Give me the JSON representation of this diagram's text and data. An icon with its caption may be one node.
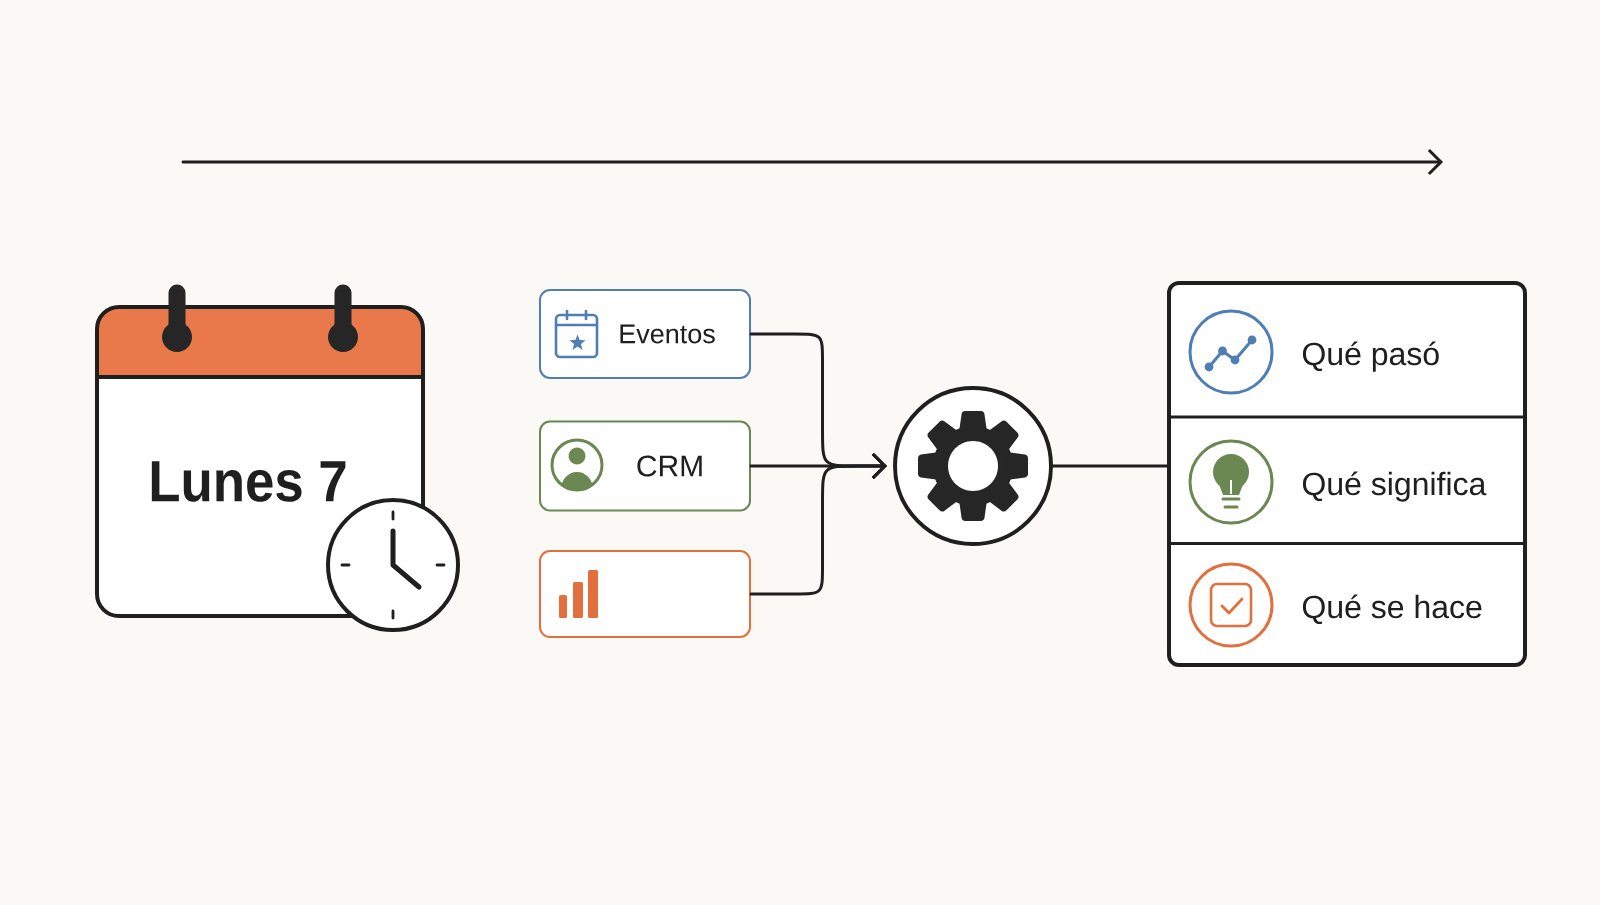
{
  "diagram": {
    "nodes": [
      {
        "text": [
          "Lunes 7"
        ]
      },
      {
        "text": [
          "Eventos"
        ]
      },
      {
        "text": [
          "CRM"
        ]
      },
      {
        "text": [],
        "shape": "box"
      },
      {
        "text": [],
        "shape": "circle"
      },
      {
        "text": [],
        "shape": "box"
      },
      {
        "text": [
          "Qué pasó"
        ],
        "in": 5
      },
      {
        "text": [
          "Qué significa"
        ],
        "in": 5
      },
      {
        "text": [
          "Qué se hace"
        ],
        "in": 5
      }
    ],
    "edges": [
      {
        "from": 1,
        "to": 4,
        "arrow": "to"
      },
      {
        "from": 2,
        "to": 4,
        "arrow": "to"
      },
      {
        "from": 3,
        "to": 4,
        "arrow": "to"
      },
      {
        "from": 4,
        "to": 5,
        "arrow": "none"
      }
    ]
  }
}
